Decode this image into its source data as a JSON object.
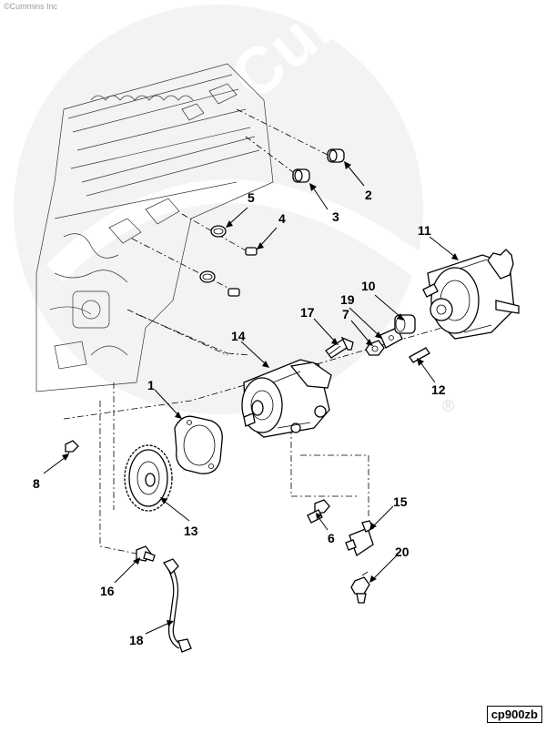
{
  "watermark": {
    "copyright_text": "©Cummins Inc",
    "logo_text": "Cummins",
    "registered_mark": "®"
  },
  "drawing_code": "cp900zb",
  "callouts": [
    {
      "id": "c1",
      "label": "1"
    },
    {
      "id": "c2",
      "label": "2"
    },
    {
      "id": "c3",
      "label": "3"
    },
    {
      "id": "c4",
      "label": "4"
    },
    {
      "id": "c5",
      "label": "5"
    },
    {
      "id": "c6",
      "label": "6"
    },
    {
      "id": "c7",
      "label": "7"
    },
    {
      "id": "c8",
      "label": "8"
    },
    {
      "id": "c10",
      "label": "10"
    },
    {
      "id": "c11",
      "label": "11"
    },
    {
      "id": "c12",
      "label": "12"
    },
    {
      "id": "c13",
      "label": "13"
    },
    {
      "id": "c14",
      "label": "14"
    },
    {
      "id": "c15",
      "label": "15"
    },
    {
      "id": "c16",
      "label": "16"
    },
    {
      "id": "c17",
      "label": "17"
    },
    {
      "id": "c18",
      "label": "18"
    },
    {
      "id": "c19",
      "label": "19"
    },
    {
      "id": "c20",
      "label": "20"
    }
  ],
  "colors": {
    "line": "#000000",
    "watermark": "#f1f1f1",
    "background": "#ffffff"
  }
}
